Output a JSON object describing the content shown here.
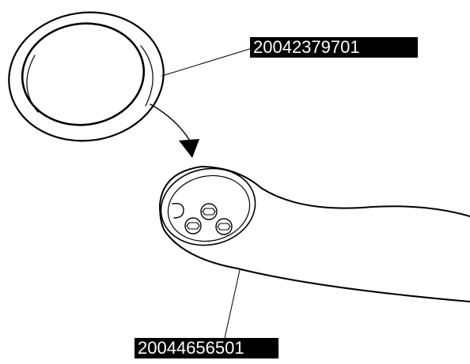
{
  "parts": [
    {
      "part_number": "20042379701",
      "item": "ring"
    },
    {
      "part_number": "20044656501",
      "item": "arm"
    }
  ],
  "colors": {
    "stroke": "#000000",
    "label_bg": "#000000",
    "label_text": "#ffffff",
    "background": "#ffffff"
  }
}
